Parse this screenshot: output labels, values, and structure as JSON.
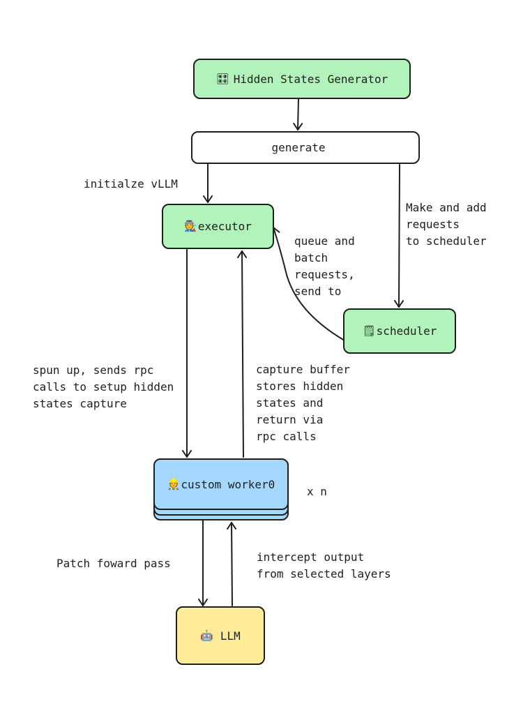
{
  "nodes": {
    "generator": {
      "label": "Hidden States Generator",
      "icon": "🎛"
    },
    "generate": {
      "label": "generate"
    },
    "executor": {
      "label": "executor",
      "icon": "🧑‍🏭"
    },
    "scheduler": {
      "label": "scheduler",
      "icon": "🗒"
    },
    "worker": {
      "label": "custom worker0",
      "icon": "👷"
    },
    "llm": {
      "label": "LLM",
      "icon": "🤖"
    }
  },
  "edge_labels": {
    "init_vllm": "initialze vLLM",
    "make_requests": "Make and add\nrequests\nto scheduler",
    "queue_batch": "queue and\nbatch\nrequests,\nsend to",
    "spun_up": "spun up, sends rpc\ncalls to setup hidden\nstates capture",
    "capture_buffer": "capture buffer\nstores hidden\nstates and\nreturn via\nrpc calls",
    "multiplier": "x n",
    "patch_forward": "Patch foward pass",
    "intercept_output": "intercept output\nfrom selected layers"
  },
  "colors": {
    "green": "#b2f2bb",
    "blue": "#a5d8ff",
    "yellow": "#ffec99",
    "stroke": "#1e1e1e"
  }
}
